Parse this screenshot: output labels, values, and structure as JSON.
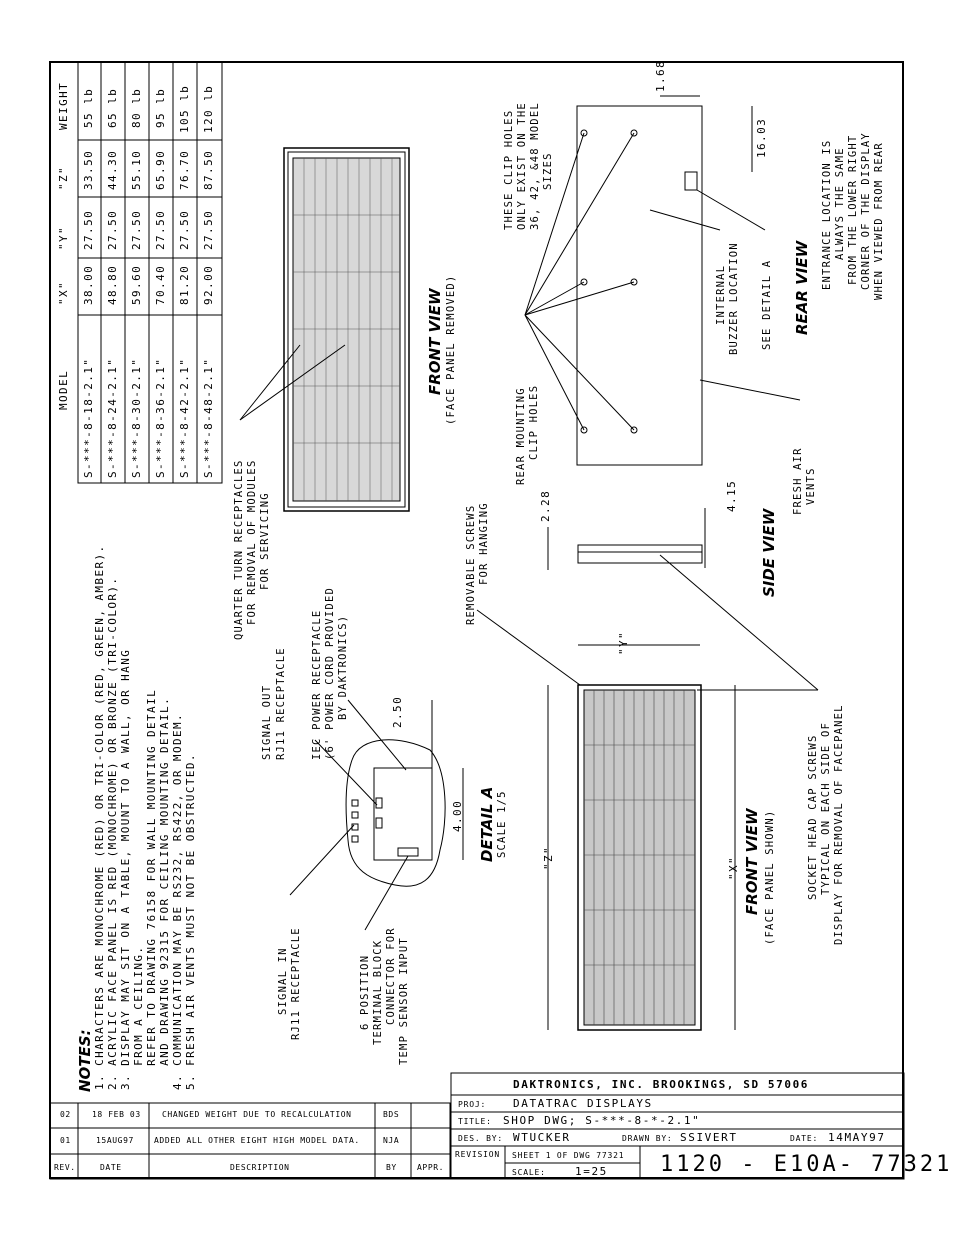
{
  "table": {
    "headers": [
      "MODEL",
      "\"X\"",
      "\"Y\"",
      "\"Z\"",
      "WEIGHT"
    ],
    "rows": [
      [
        "S-***-8-18-2.1\"",
        "38.00",
        "27.50",
        "33.50",
        "55 lb"
      ],
      [
        "S-***-8-24-2.1\"",
        "48.80",
        "27.50",
        "44.30",
        "65 lb"
      ],
      [
        "S-***-8-30-2.1\"",
        "59.60",
        "27.50",
        "55.10",
        "80 lb"
      ],
      [
        "S-***-8-36-2.1\"",
        "70.40",
        "27.50",
        "65.90",
        "95 lb"
      ],
      [
        "S-***-8-42-2.1\"",
        "81.20",
        "27.50",
        "76.70",
        "105 lb"
      ],
      [
        "S-***-8-48-2.1\"",
        "92.00",
        "27.50",
        "87.50",
        "120 lb"
      ]
    ]
  },
  "notes": {
    "title": "NOTES:",
    "lines": [
      "1. CHARACTERS ARE MONOCHROME (RED) OR TRI-COLOR (RED, GREEN, AMBER).",
      "2. ACRYLIC FACE PANEL IS RED (MONOCHROME) OR BRONZE (TRI-COLOR).",
      "3. DISPLAY MAY SIT ON A TABLE, MOUNT TO A WALL, OR HANG",
      "   FROM A CEILING.",
      "   REFER TO DRAWING 76158 FOR WALL MOUNTING DETAIL",
      "   AND DRAWING 92315 FOR CEILING MOUNTING DETAIL.",
      "4. COMMUNICATION MAY BE RS232, RS422, OR MODEM.",
      "5. FRESH AIR VENTS MUST NOT BE OBSTRUCTED."
    ]
  },
  "views": {
    "front_removed_title": "FRONT VIEW",
    "front_removed_sub": "(FACE PANEL REMOVED)",
    "front_shown_title": "FRONT VIEW",
    "front_shown_sub": "(FACE PANEL SHOWN)",
    "side_title": "SIDE VIEW",
    "rear_title": "REAR VIEW",
    "detail_title": "DETAIL A",
    "detail_scale": "SCALE 1/5"
  },
  "callouts": {
    "quarter_turn": [
      "QUARTER TURN RECEPTACLES",
      "FOR REMOVAL OF MODULES",
      "FOR SERVICING"
    ],
    "signal_out": [
      "SIGNAL OUT",
      "RJ11 RECEPTACLE"
    ],
    "iec_power": [
      "IEC POWER RECEPTACLE",
      "(6' POWER CORD PROVIDED",
      "BY DAKTRONICS)"
    ],
    "signal_in": [
      "SIGNAL IN",
      "RJ11 RECEPTACLE"
    ],
    "terminal_block": [
      "6 POSITION",
      "TERMINAL BLOCK",
      "CONNECTOR FOR",
      "TEMP SENSOR INPUT"
    ],
    "removable_screws": [
      "REMOVABLE SCREWS",
      "FOR HANGING"
    ],
    "socket_head": [
      "SOCKET HEAD CAP SCREWS",
      "TYPICAL ON EACH SIDE OF",
      "DISPLAY FOR REMOVAL OF FACEPANEL"
    ],
    "fresh_air": [
      "FRESH AIR",
      "VENTS"
    ],
    "rear_mounting": [
      "REAR MOUNTING",
      "CLIP HOLES"
    ],
    "clip_holes": [
      "THESE CLIP HOLES",
      "ONLY EXIST ON THE",
      "36, 42, &48 MODEL",
      "SIZES"
    ],
    "internal_buzzer": [
      "INTERNAL",
      "BUZZER LOCATION"
    ],
    "see_detail": "SEE DETAIL A",
    "entrance": [
      "ENTRANCE LOCATION IS",
      "ALWAYS THE SAME",
      "FROM THE LOWER RIGHT",
      "CORNER OF THE DISPLAY",
      "WHEN VIEWED FROM REAR"
    ]
  },
  "dimensions": {
    "d250": "2.50",
    "d400": "4.00",
    "d228": "2.28",
    "d415": "4.15",
    "d168": "1.68",
    "d1603": "16.03",
    "z": "\"Z\"",
    "x": "\"X\"",
    "y": "\"Y\""
  },
  "revisions": {
    "headers": [
      "REV.",
      "DATE",
      "DESCRIPTION",
      "BY",
      "APPR."
    ],
    "rows": [
      [
        "02",
        "18 FEB 03",
        "CHANGED WEIGHT DUE TO RECALCULATION",
        "BDS",
        ""
      ],
      [
        "01",
        "15AUG97",
        "ADDED ALL OTHER EIGHT HIGH MODEL DATA.",
        "NJA",
        ""
      ]
    ]
  },
  "title_block": {
    "company": "DAKTRONICS, INC.   BROOKINGS, SD 57006",
    "proj_label": "PROJ:",
    "proj": "DATATRAC DISPLAYS",
    "title_label": "TITLE:",
    "title": "SHOP DWG; S-***-8-*-2.1\"",
    "des_label": "DES. BY:",
    "des": "WTUCKER",
    "drawn_label": "DRAWN BY:",
    "drawn": "SSIVERT",
    "date_label": "DATE:",
    "date": "14MAY97",
    "revision_label": "REVISION",
    "sheet": "SHEET 1 OF DWG 77321",
    "scale_label": "SCALE:",
    "scale": "1=25",
    "dwg_no": "1120 - E10A- 77321"
  }
}
